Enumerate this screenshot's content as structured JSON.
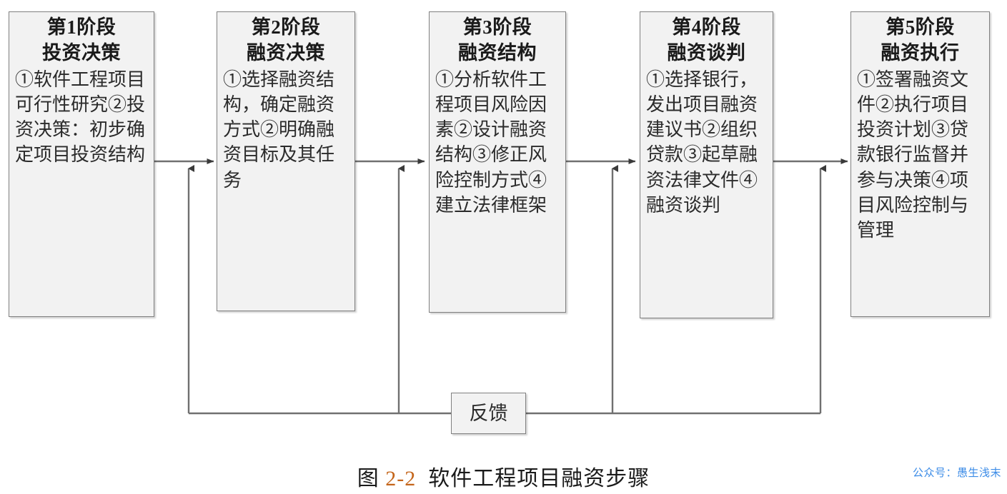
{
  "figure": {
    "caption_prefix": "图",
    "caption_number": "2-2",
    "caption_title": "软件工程项目融资步骤"
  },
  "stages": [
    {
      "title_line1": "第1阶段",
      "title_line2": "投资决策",
      "body": "①软件工程项目可行性研究②投资决策：初步确定项目投资结构"
    },
    {
      "title_line1": "第2阶段",
      "title_line2": "融资决策",
      "body": "①选择融资结构，确定融资方式②明确融资目标及其任务"
    },
    {
      "title_line1": "第3阶段",
      "title_line2": "融资结构",
      "body": "①分析软件工程项目风险因素②设计融资结构③修正风险控制方式④建立法律框架"
    },
    {
      "title_line1": "第4阶段",
      "title_line2": "融资谈判",
      "body": "①选择银行，发出项目融资建议书②组织贷款③起草融资法律文件④融资谈判"
    },
    {
      "title_line1": "第5阶段",
      "title_line2": "融资执行",
      "body": "①签署融资文件②执行项目投资计划③贷款银行监督并参与决策④项目风险控制与管理"
    }
  ],
  "feedback": {
    "label": "反馈"
  },
  "watermark": {
    "text": "公众号：愚生浅末"
  },
  "colors": {
    "box_border": "#808080",
    "box_fill": "#f2f2f2",
    "connector": "#707070",
    "caption_number": "#c4651a",
    "watermark": "#3c8ce7"
  }
}
